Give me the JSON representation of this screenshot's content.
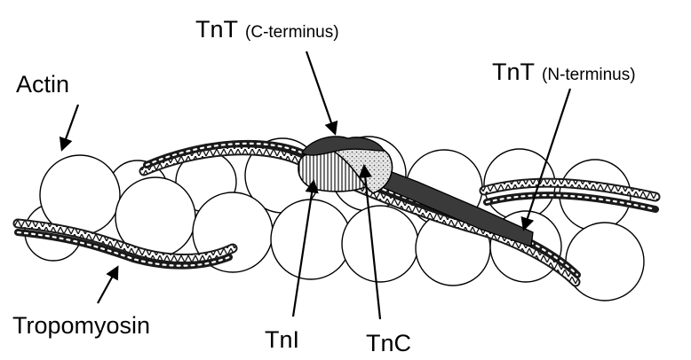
{
  "labels": {
    "actin": "Actin",
    "tropomyosin": "Tropomyosin",
    "tnt_c_main": "TnT",
    "tnt_c_sub": "(C-terminus)",
    "tnt_n_main": "TnT",
    "tnt_n_sub": "(N-terminus)",
    "tni": "TnI",
    "tnc": "TnC"
  },
  "colors": {
    "outline": "#000000",
    "actin_fill": "#ffffff",
    "tropomyosin_dark": "#1a1a1a",
    "tnt_dark": "#3a3a3a",
    "tnc_speckle": "#d8d8d8"
  }
}
